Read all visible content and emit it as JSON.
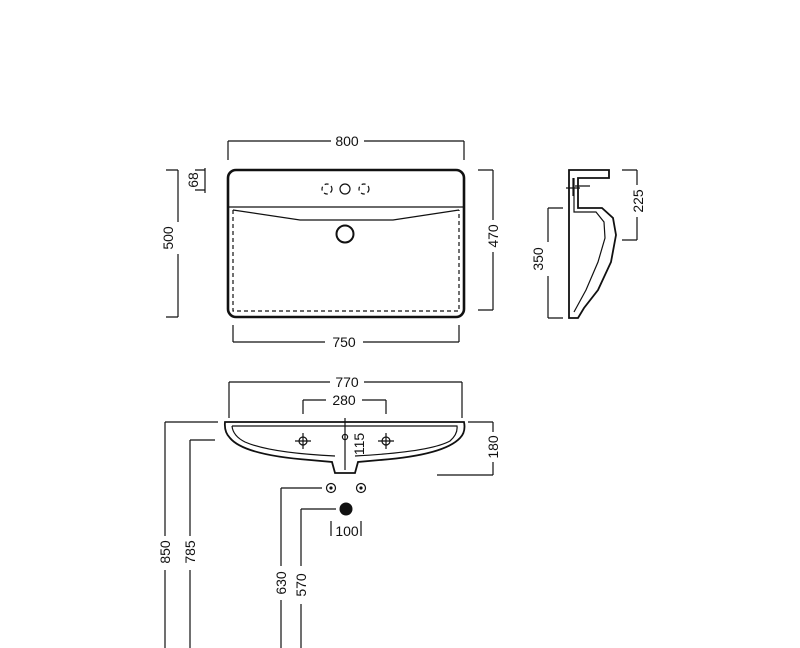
{
  "top_view": {
    "overall_width": "800",
    "inner_width": "750",
    "overall_depth": "500",
    "inner_depth": "470",
    "deck_depth": "68"
  },
  "side_view": {
    "height": "350",
    "tap_height": "225"
  },
  "front_view": {
    "width": "770",
    "tap_spacing": "280",
    "overflow_height": "115",
    "basin_height": "180",
    "install_height": "850",
    "rim_height": "785",
    "supply_height": "630",
    "waste_height": "570",
    "waste_offset": "100"
  }
}
